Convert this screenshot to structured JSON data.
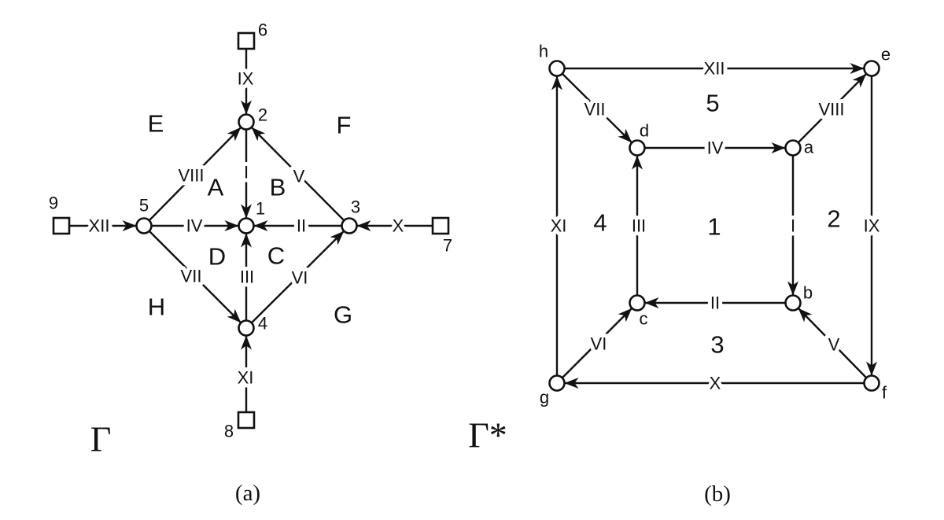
{
  "figure": {
    "caption_a": "(a)",
    "caption_b": "(b)"
  },
  "colors": {
    "ink": "#111111",
    "background": "#ffffff"
  },
  "graph_a": {
    "title": "Γ",
    "nodes": [
      {
        "id": "1",
        "shape": "circle"
      },
      {
        "id": "2",
        "shape": "circle"
      },
      {
        "id": "3",
        "shape": "circle"
      },
      {
        "id": "4",
        "shape": "circle"
      },
      {
        "id": "5",
        "shape": "circle"
      },
      {
        "id": "6",
        "shape": "square"
      },
      {
        "id": "7",
        "shape": "square"
      },
      {
        "id": "8",
        "shape": "square"
      },
      {
        "id": "9",
        "shape": "square"
      }
    ],
    "edges": [
      {
        "label": "IX",
        "from": "6",
        "to": "2"
      },
      {
        "label": "I",
        "from": "2",
        "to": "1"
      },
      {
        "label": "VIII",
        "from": "5",
        "to": "2"
      },
      {
        "label": "V",
        "from": "3",
        "to": "2"
      },
      {
        "label": "XII",
        "from": "9",
        "to": "5"
      },
      {
        "label": "IV",
        "from": "5",
        "to": "1"
      },
      {
        "label": "II",
        "from": "3",
        "to": "1"
      },
      {
        "label": "X",
        "from": "7",
        "to": "3"
      },
      {
        "label": "VII",
        "from": "5",
        "to": "4"
      },
      {
        "label": "III",
        "from": "4",
        "to": "1"
      },
      {
        "label": "VI",
        "from": "4",
        "to": "3"
      },
      {
        "label": "XI",
        "from": "8",
        "to": "4"
      }
    ],
    "regions": [
      "A",
      "B",
      "C",
      "D",
      "E",
      "F",
      "G",
      "H"
    ]
  },
  "graph_b": {
    "title": "Γ*",
    "nodes": [
      {
        "id": "a"
      },
      {
        "id": "b"
      },
      {
        "id": "c"
      },
      {
        "id": "d"
      },
      {
        "id": "e"
      },
      {
        "id": "f"
      },
      {
        "id": "g"
      },
      {
        "id": "h"
      }
    ],
    "edges": [
      {
        "label": "XII",
        "from": "h",
        "to": "e"
      },
      {
        "label": "VII",
        "from": "h",
        "to": "d"
      },
      {
        "label": "VIII",
        "from": "a",
        "to": "e"
      },
      {
        "label": "IV",
        "from": "d",
        "to": "a"
      },
      {
        "label": "XI",
        "from": "g",
        "to": "h"
      },
      {
        "label": "III",
        "from": "c",
        "to": "d"
      },
      {
        "label": "I",
        "from": "a",
        "to": "b"
      },
      {
        "label": "IX",
        "from": "e",
        "to": "f"
      },
      {
        "label": "II",
        "from": "b",
        "to": "c"
      },
      {
        "label": "VI",
        "from": "g",
        "to": "c"
      },
      {
        "label": "V",
        "from": "f",
        "to": "b"
      },
      {
        "label": "X",
        "from": "f",
        "to": "g"
      }
    ],
    "faces": [
      "1",
      "2",
      "3",
      "4",
      "5"
    ]
  }
}
